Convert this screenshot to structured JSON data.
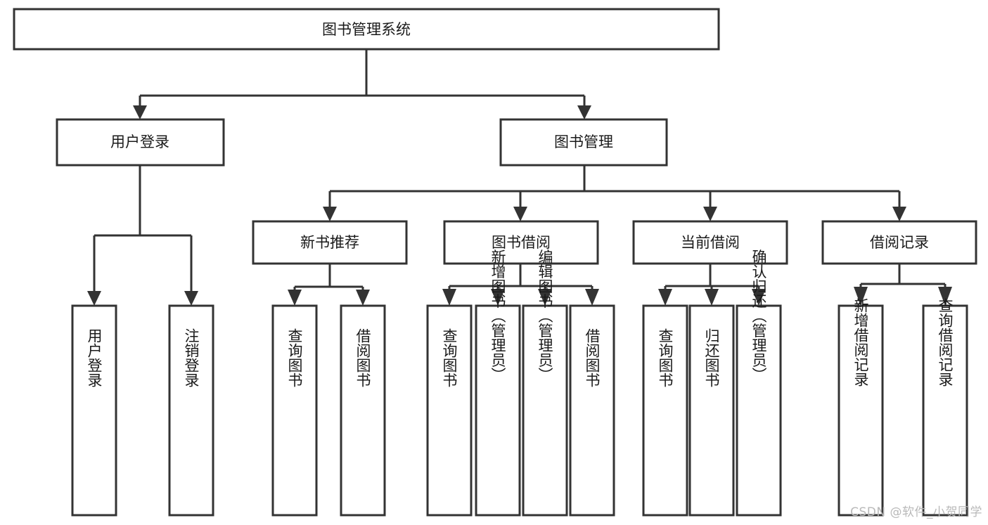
{
  "diagram": {
    "title": "图书管理系统",
    "watermark": "CSDN @软件_小贺同学",
    "colors": {
      "stroke": "#333333",
      "fill": "#ffffff",
      "text": "#1a1a1a",
      "watermark": "#b9b9b9"
    },
    "nodes": {
      "root": "图书管理系统",
      "user_login": "用户登录",
      "book_manage": "图书管理",
      "new_book_rec": "新书推荐",
      "book_borrow": "图书借阅",
      "current_borrow": "当前借阅",
      "borrow_record": "借阅记录",
      "leaf_user_login": "用户登录",
      "leaf_logout": "注销登录",
      "leaf_query_book_1": "查询图书",
      "leaf_borrow_book_1": "借阅图书",
      "leaf_query_book_2": "查询图书",
      "leaf_add_book": "新增图书（管理员）",
      "leaf_edit_book": "编辑图书（管理员）",
      "leaf_borrow_book_2": "借阅图书",
      "leaf_query_book_3": "查询图书",
      "leaf_return_book": "归还图书",
      "leaf_confirm_return": "确认归还（管理员）",
      "leaf_add_record": "新增借阅记录",
      "leaf_query_record": "查询借阅记录"
    },
    "hierarchy": [
      {
        "label": "图书管理系统",
        "children": [
          {
            "label": "用户登录",
            "children": [
              {
                "label": "用户登录"
              },
              {
                "label": "注销登录"
              }
            ]
          },
          {
            "label": "图书管理",
            "children": [
              {
                "label": "新书推荐",
                "children": [
                  {
                    "label": "查询图书"
                  },
                  {
                    "label": "借阅图书"
                  }
                ]
              },
              {
                "label": "图书借阅",
                "children": [
                  {
                    "label": "查询图书"
                  },
                  {
                    "label": "新增图书（管理员）"
                  },
                  {
                    "label": "编辑图书（管理员）"
                  },
                  {
                    "label": "借阅图书"
                  }
                ]
              },
              {
                "label": "当前借阅",
                "children": [
                  {
                    "label": "查询图书"
                  },
                  {
                    "label": "归还图书"
                  },
                  {
                    "label": "确认归还（管理员）"
                  }
                ]
              },
              {
                "label": "借阅记录",
                "children": [
                  {
                    "label": "新增借阅记录"
                  },
                  {
                    "label": "查询借阅记录"
                  }
                ]
              }
            ]
          }
        ]
      }
    ]
  }
}
